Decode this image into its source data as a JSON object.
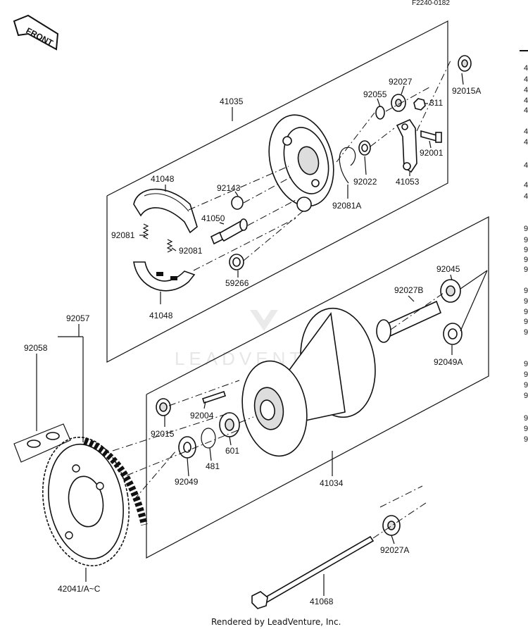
{
  "header_code": "F2240-0182",
  "front_label": "FRONT",
  "watermark": "LEADVENTURE",
  "footer_text": "Rendered by LeadVenture, Inc.",
  "labels": {
    "p41035": "41035",
    "p92027": "92027",
    "p92055": "92055",
    "p311": "311",
    "p92015A": "92015A",
    "p92001": "92001",
    "p92022": "92022",
    "p41053": "41053",
    "p92081A": "92081A",
    "p41048_top": "41048",
    "p92143": "92143",
    "p41050": "41050",
    "p92081_left": "92081",
    "p92081_right": "92081",
    "p59266": "59266",
    "p41048_bottom": "41048",
    "p92045": "92045",
    "p92027B": "92027B",
    "p92049A": "92049A",
    "p92057": "92057",
    "p92058": "92058",
    "p92015": "92015",
    "p92004": "92004",
    "p601": "601",
    "p481": "481",
    "p92049": "92049",
    "p41034": "41034",
    "p92027A": "92027A",
    "p42041": "42041/A~C",
    "p41068": "41068"
  }
}
